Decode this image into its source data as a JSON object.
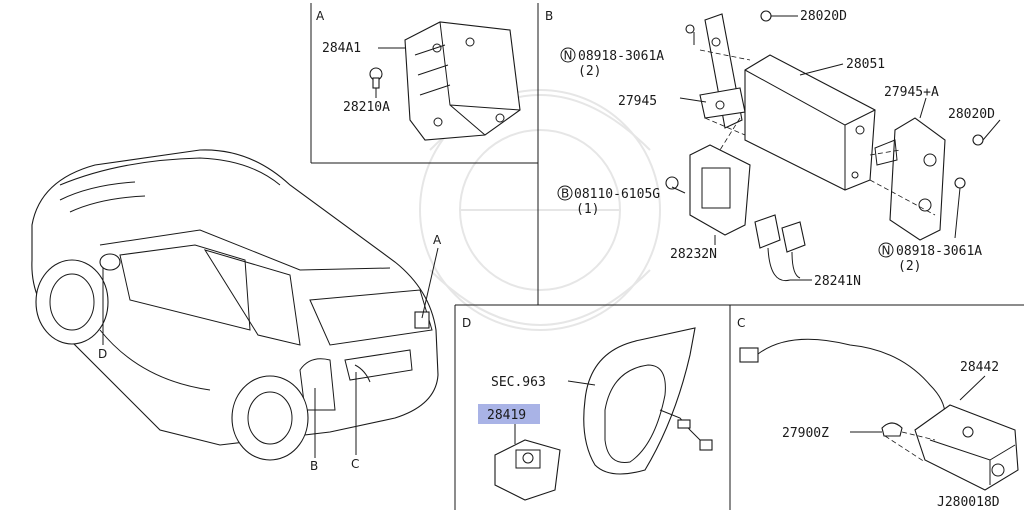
{
  "sections": {
    "a": "A",
    "b": "B",
    "c": "C",
    "d": "D"
  },
  "callouts": {
    "car_a": "A",
    "car_b": "B",
    "car_c": "C",
    "car_d": "D"
  },
  "parts": {
    "p284A1": "284A1",
    "p28210A": "28210A",
    "p28020D_top": "28020D",
    "p08918_top": "08918-3061A",
    "p08918_top_qty": "(2)",
    "p28051": "28051",
    "p27945": "27945",
    "p27945A": "27945+A",
    "p28020D_right": "28020D",
    "p08110": "08110-6105G",
    "p08110_qty": "(1)",
    "p28232N": "28232N",
    "p28241N": "28241N",
    "p08918_bot": "08918-3061A",
    "p08918_bot_qty": "(2)",
    "sec963": "SEC.963",
    "p28419": "28419",
    "p28442": "28442",
    "p27900Z": "27900Z",
    "diagram_id": "J280018D"
  },
  "symbols": {
    "n": "N",
    "b": "B"
  },
  "colors": {
    "line": "#1a1a1a",
    "highlight": "#a9b3e6",
    "watermark": "#e6e6e6"
  }
}
